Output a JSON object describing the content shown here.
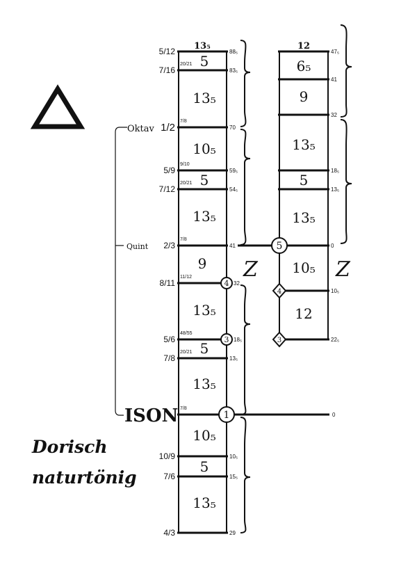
{
  "symbol": "triangle",
  "title": {
    "line1": "Dorisch",
    "line2": "naturtönig"
  },
  "left_column": {
    "header": "13₅",
    "cells": [
      {
        "step": "5",
        "frac": "20/21"
      },
      {
        "step": "13₅",
        "frac": "7/8"
      },
      {
        "step": "10₅",
        "frac": "9/10"
      },
      {
        "step": "5",
        "frac": "20/21"
      },
      {
        "step": "13₅",
        "frac": "7/8"
      },
      {
        "step": "9",
        "frac": "11/12"
      },
      {
        "step": "13₅",
        "frac": "48/55"
      },
      {
        "step": "5",
        "frac": "20/21"
      },
      {
        "step": "13₅",
        "frac": "7/8"
      },
      {
        "step": "10₅",
        "frac": ""
      },
      {
        "step": "5",
        "frac": ""
      },
      {
        "step": "13₅",
        "frac": ""
      }
    ],
    "ratios": [
      "5/12",
      "7/16",
      "1/2",
      "5/9",
      "7/12",
      "2/3",
      "8/11",
      "5/6",
      "7/8",
      "",
      "10/9",
      "7/6",
      "4/3"
    ],
    "values": [
      "88₅",
      "83₅",
      "70",
      "59₅",
      "54₅",
      "41",
      "32",
      "18₅",
      "13₅",
      "",
      "10₅",
      "15₅",
      "29"
    ]
  },
  "right_column": {
    "header": "12",
    "cells": [
      "6₅",
      "9",
      "13₅",
      "5",
      "13₅",
      "10₅",
      "12"
    ],
    "values": [
      "47₅",
      "41",
      "32",
      "18₅",
      "13₅",
      "0",
      "10₅",
      "22₅"
    ]
  },
  "labels": {
    "oktav": "Oktav",
    "quint": "Quint",
    "ison": "ISON",
    "z_left": "Z",
    "z_right": "Z"
  },
  "markers": {
    "m1": "1",
    "m3": "3",
    "m4": "4",
    "m5": "5",
    "d3": "3",
    "d4": "4"
  },
  "ison_value": "0"
}
